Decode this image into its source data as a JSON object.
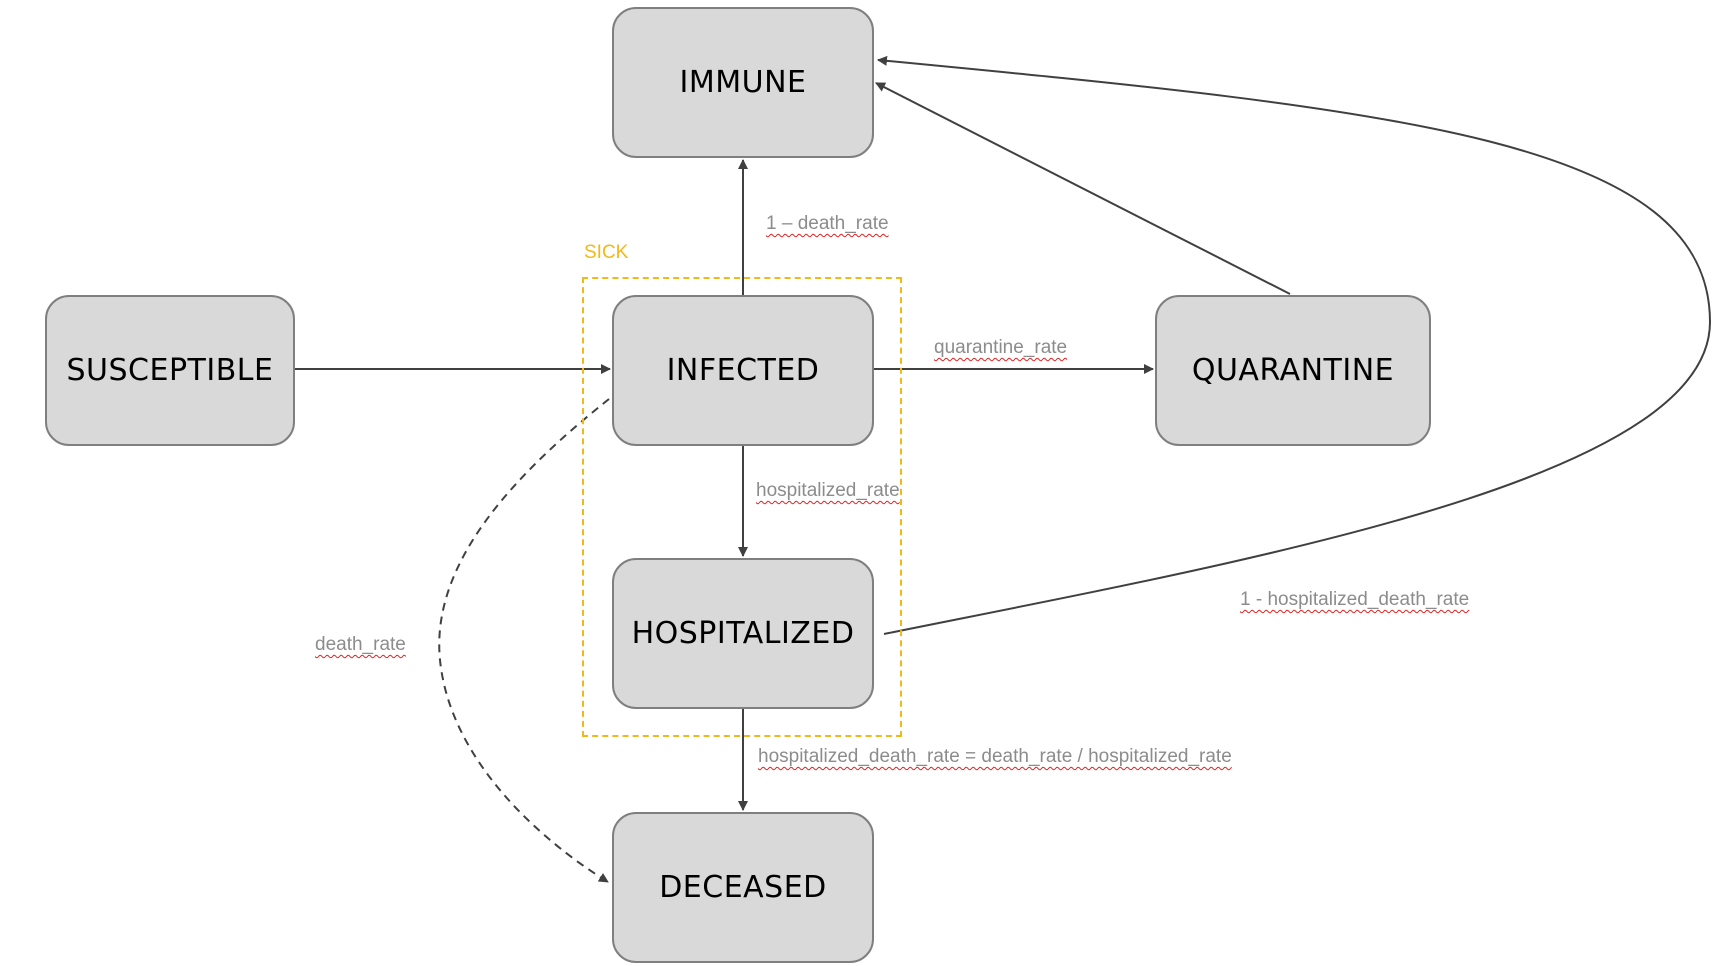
{
  "nodes": {
    "immune": "IMMUNE",
    "susceptible": "SUSCEPTIBLE",
    "infected": "INFECTED",
    "quarantine": "QUARANTINE",
    "hospitalized": "HOSPITALIZED",
    "deceased": "DECEASED"
  },
  "group": {
    "label": "SICK",
    "color": "#f2b81a"
  },
  "edge_labels": {
    "infected_to_immune": "1 – death_rate",
    "infected_to_quarantine": "quarantine_rate",
    "infected_to_hospitalized": "hospitalized_rate",
    "hospitalized_to_immune": "1 - hospitalized_death_rate",
    "infected_to_deceased": "death_rate",
    "hospitalized_to_deceased": "hospitalized_death_rate = death_rate / hospitalized_rate"
  },
  "colors": {
    "node_fill": "#d9d9d9",
    "node_border": "#7f7f7f",
    "edge": "#404040",
    "label_text": "#8c8c8c",
    "spellcheck_underline": "#e02020"
  }
}
